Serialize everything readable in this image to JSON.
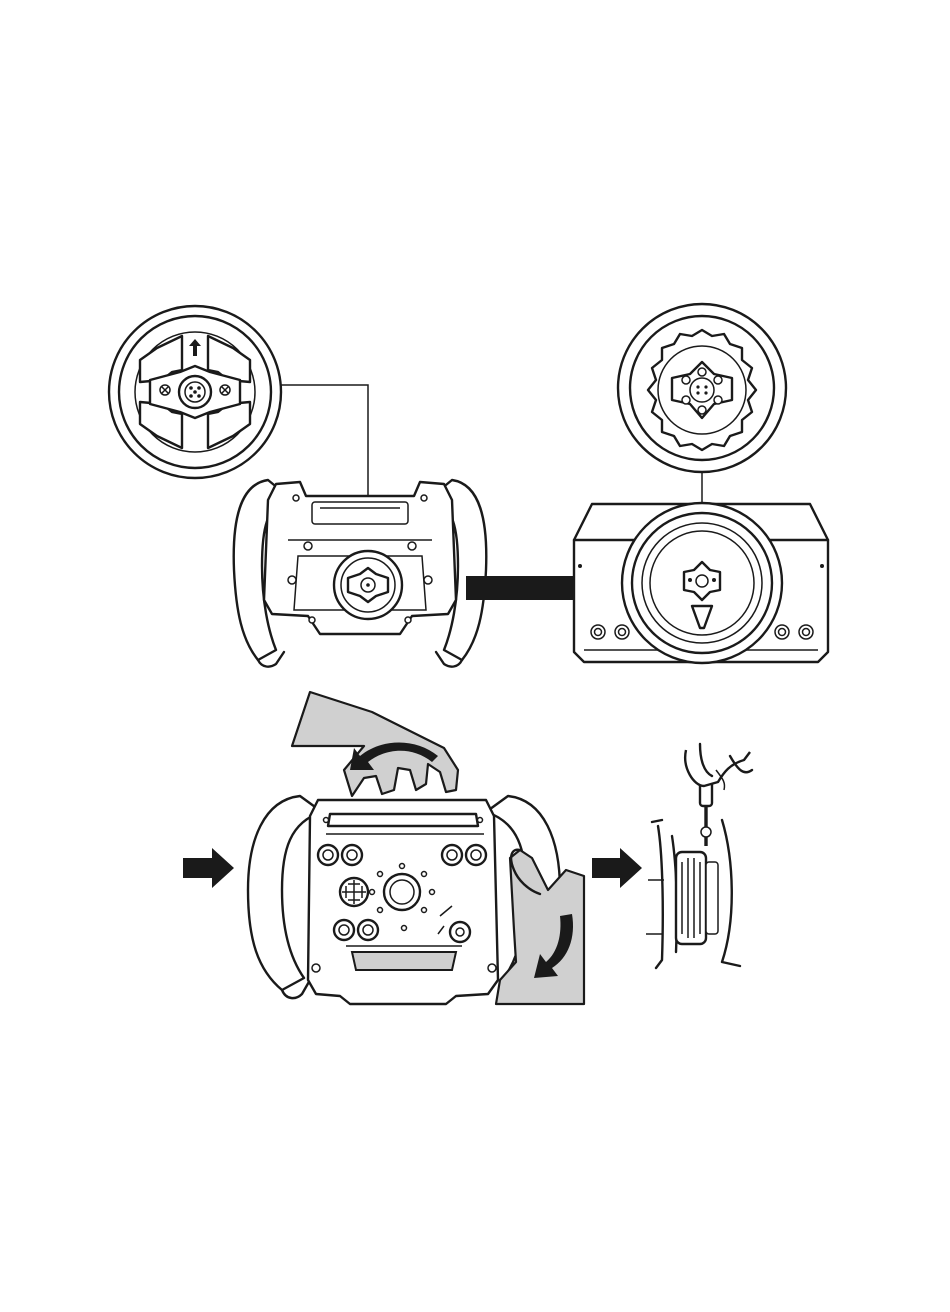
{
  "figure": {
    "steps": [
      {
        "id": "step-1-align-wheel",
        "description_icons": [
          "quick-release-adapter-detail",
          "formula-wheel-rear",
          "connection-arrow",
          "wheel-base-front",
          "base-connector-detail"
        ]
      },
      {
        "id": "step-2-rotate-lock",
        "description_icons": [
          "entry-arrow",
          "formula-wheel-front",
          "left-hand-rotate",
          "right-hand-rotate",
          "next-step-arrow",
          "screw-tightening-detail"
        ]
      }
    ],
    "colors": {
      "line": "#1a1a1a",
      "hand_fill": "#d0d0d0",
      "background": "#ffffff"
    }
  }
}
